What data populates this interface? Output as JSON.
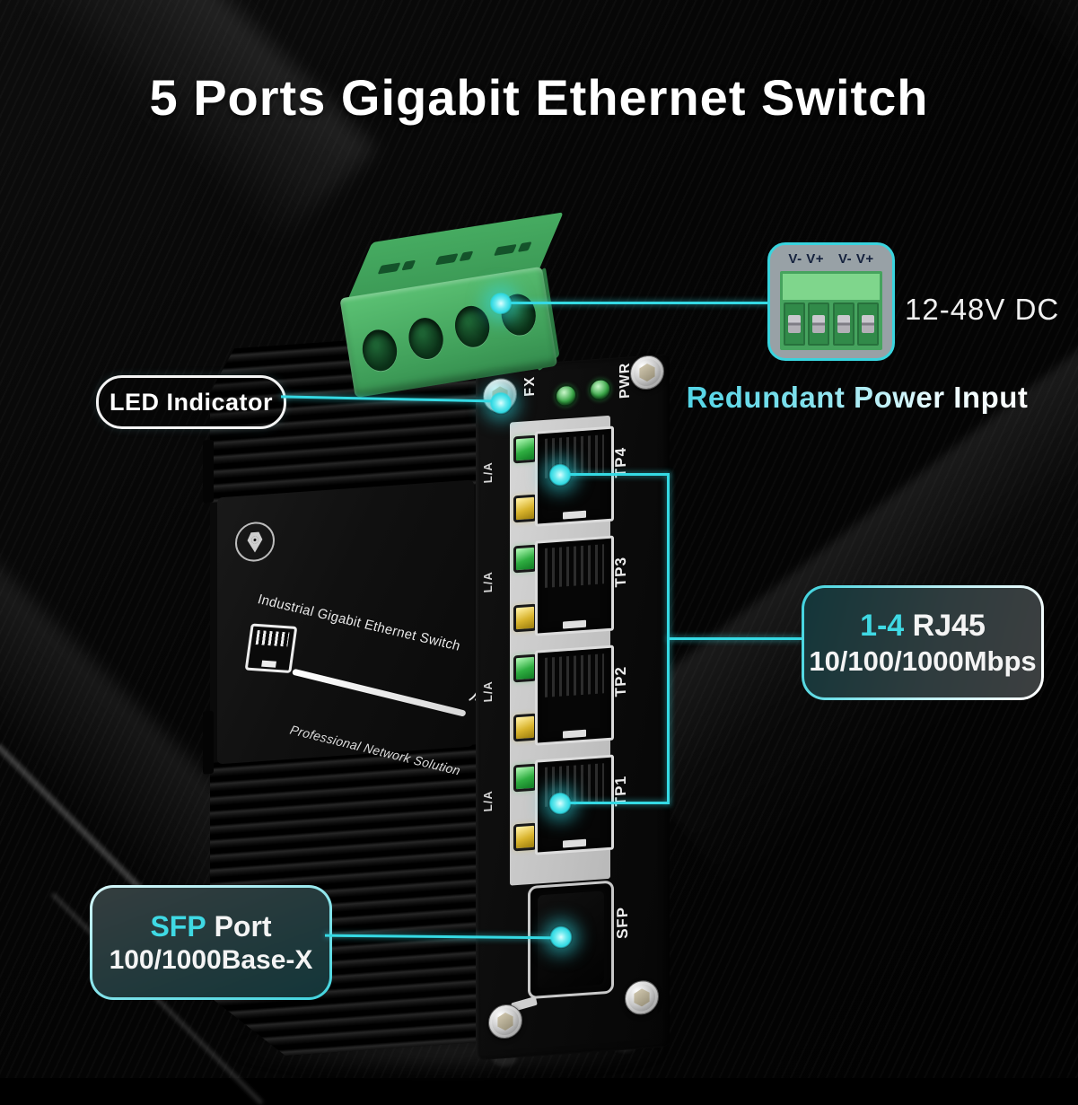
{
  "title": "5 Ports Gigabit Ethernet Switch",
  "colors": {
    "accent_cyan": "#35D9E3",
    "led_green": "#2EAE3F",
    "led_yellow": "#D8B32C",
    "terminal_green": "#4CB66C"
  },
  "callouts": {
    "led_indicator": {
      "label": "LED Indicator"
    },
    "power": {
      "terminal_label_left": "V- V+",
      "terminal_label_right": "V- V+",
      "voltage": "12-48V DC",
      "caption": "Redundant Power Input"
    },
    "rj45": {
      "range": "1-4",
      "type": "RJ45",
      "speed": "10/100/1000Mbps"
    },
    "sfp": {
      "name": "SFP",
      "word": "Port",
      "standard": "100/1000Base-X"
    }
  },
  "device": {
    "panel": {
      "fx": "FX",
      "pwr": "PWR",
      "sfp": "SFP"
    },
    "ports": [
      {
        "name": "TP4",
        "activity": "L/A"
      },
      {
        "name": "TP3",
        "activity": "L/A"
      },
      {
        "name": "TP2",
        "activity": "L/A"
      },
      {
        "name": "TP1",
        "activity": "L/A"
      }
    ],
    "markings": {
      "line1": "Industrial Gigabit Ethernet Switch",
      "line2": "Professional Network Solution"
    }
  }
}
